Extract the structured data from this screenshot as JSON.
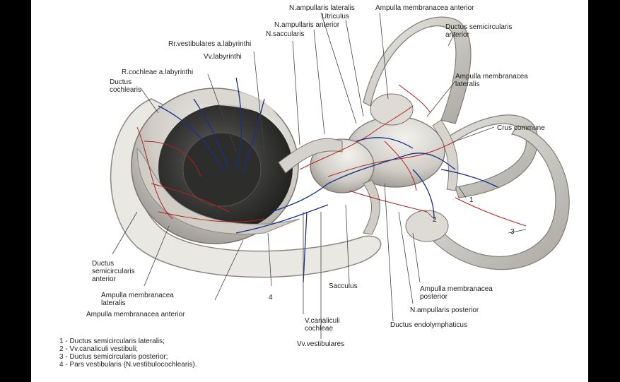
{
  "labels": {
    "n_ampullaris_lateralis": "N.ampullaris lateralis",
    "ampulla_membranacea_anterior_top": "Ampulla membranacea anterior",
    "utriculus": "Utriculus",
    "n_ampullaris_anterior": "N.ampullaris anterior",
    "n_saccularis": "N.saccularis",
    "ductus_semicircularis_anterior_top": "Ductus semicircularis\nanterior",
    "rr_vestibulares": "Rr.vestibulares a.labyrinthi",
    "vv_labyrinthi": "Vv.labyrinthi",
    "r_cochleae": "R.cochleae a.labyrinthi",
    "ductus_cochlearis": "Ductus\ncochlearis",
    "ampulla_membranacea_lateralis_right": "Ampulla membranacea\nlateralis",
    "crus_commune": "Crus commune",
    "num_1": "1",
    "num_2": "2",
    "num_3": "3",
    "num_4": "4",
    "ductus_semicircularis_anterior_left": "Ductus\nsemicircularis\nanterior",
    "ampulla_membranacea_lateralis_bottom": "Ampulla membranacea\nlateralis",
    "ampulla_membranacea_anterior_bottom": "Ampulla membranacea anterior",
    "sacculus": "Sacculus",
    "ampulla_membranacea_posterior": "Ampulla membranacea\nposterior",
    "n_ampullaris_posterior": "N.ampullaris posterior",
    "ductus_endolymphaticus": "Ductus endolymphaticus",
    "v_canaliculi_cochleae": "V.canaliculi\ncochleae",
    "vv_vestibulares": "Vv.vestibulares"
  },
  "legend": [
    "1 - Ductus semicircularis lateralis;",
    "2 - Vv.canaliculi vestibuli;",
    "3 - Ductus semicircularis posterior;",
    "4 - Pars vestibularis (N.vestibulocochlearis)."
  ],
  "colors": {
    "membrane": "#d8d6cf",
    "membrane_dark": "#9a9890",
    "cochlea_dark": "#3a3a38",
    "artery": "#b32020",
    "vein": "#1a2f8a"
  }
}
